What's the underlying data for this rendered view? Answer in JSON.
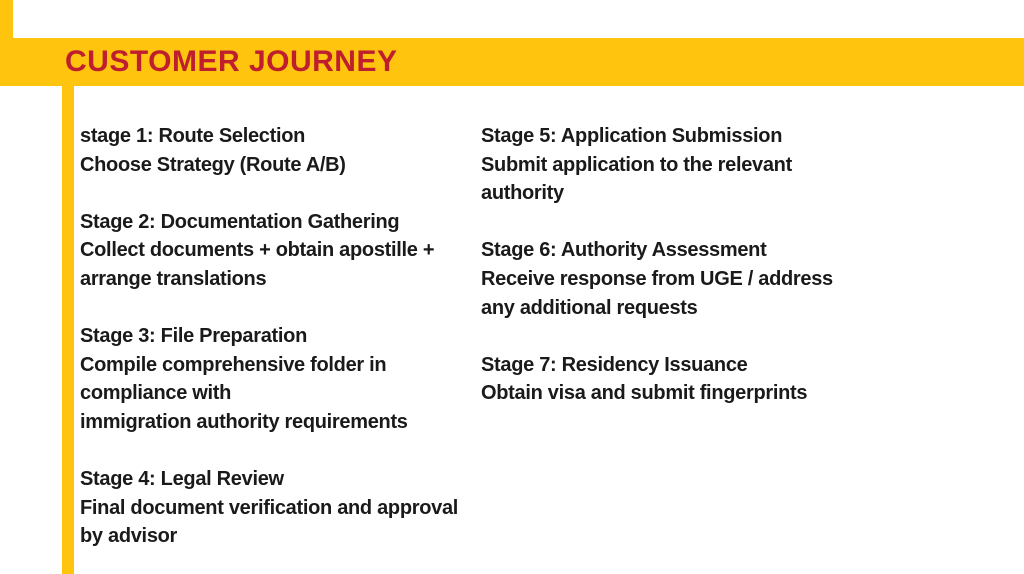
{
  "header": {
    "title": "CUSTOMER JOURNEY"
  },
  "journey": {
    "left_column": [
      {
        "lines": [
          "stage 1: Route Selection",
          "Choose Strategy (Route A/B)"
        ]
      },
      {
        "lines": [
          "Stage 2: Documentation Gathering",
          "Collect documents + obtain apostille +",
          "arrange translations"
        ]
      },
      {
        "lines": [
          "Stage 3: File Preparation",
          "Compile comprehensive folder in",
          "compliance with",
          "immigration authority requirements"
        ]
      },
      {
        "lines": [
          "Stage 4: Legal Review",
          "Final document verification and approval",
          "by advisor"
        ]
      }
    ],
    "right_column": [
      {
        "lines": [
          "Stage 5: Application Submission",
          "Submit application to the relevant",
          "authority"
        ]
      },
      {
        "lines": [
          "Stage 6: Authority Assessment",
          "Receive response from UGE / address",
          "any additional requests"
        ]
      },
      {
        "lines": [
          "Stage 7: Residency Issuance",
          "Obtain visa and submit fingerprints"
        ]
      }
    ]
  },
  "colors": {
    "accent_yellow": "#FFC40D",
    "title_red": "#BE1E2D",
    "body_text": "#1A1A1A"
  }
}
